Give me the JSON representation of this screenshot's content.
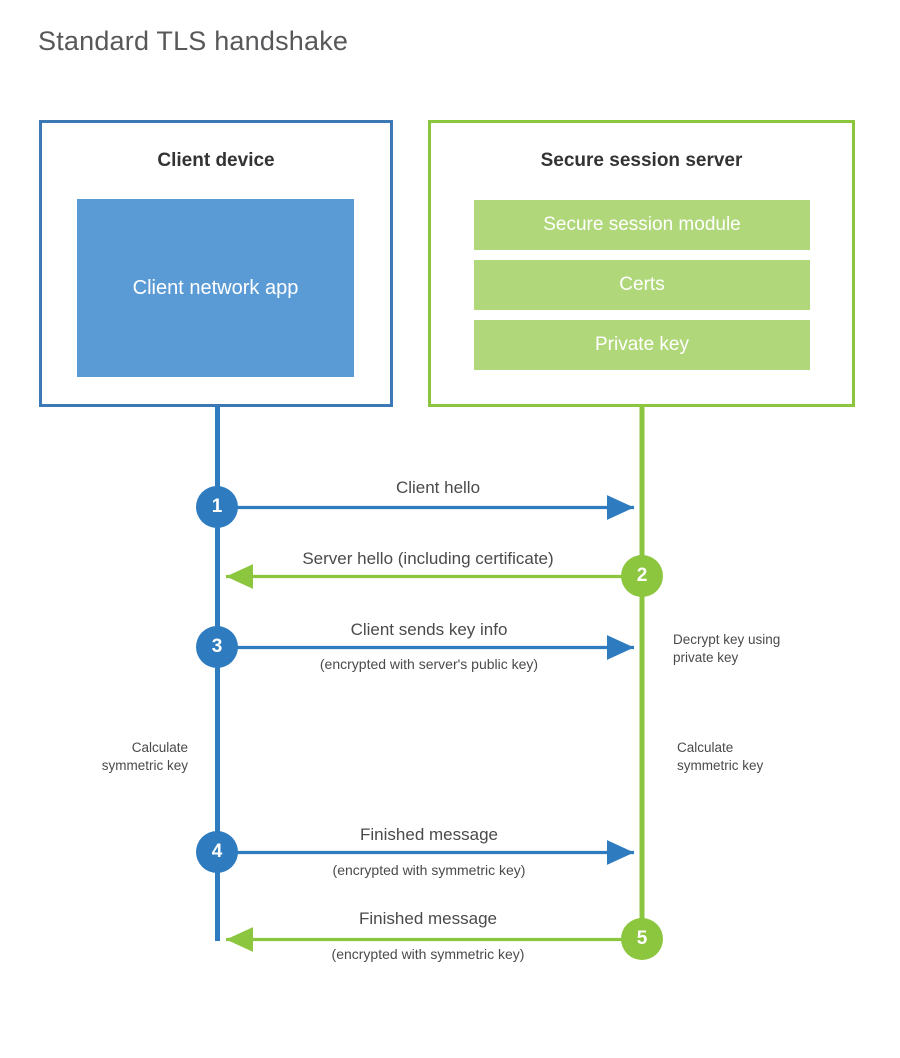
{
  "title": "Standard TLS handshake",
  "colors": {
    "client_border": "#3b78b5",
    "client_fill": "#5b9bd5",
    "client_line": "#2e7cbf",
    "server_border": "#8cc63e",
    "server_fill": "#b0d77a",
    "server_line": "#8cc63e",
    "title_text": "#58585a",
    "body_text": "#4a4a4a",
    "background": "#ffffff"
  },
  "client": {
    "title": "Client device",
    "app_label": "Client network app"
  },
  "server": {
    "title": "Secure session server",
    "components": [
      {
        "label": "Secure session module"
      },
      {
        "label": "Certs"
      },
      {
        "label": "Private key"
      }
    ]
  },
  "steps": [
    {
      "number": "1",
      "label": "Client hello",
      "sublabel": "",
      "direction": "client-to-server",
      "color": "blue"
    },
    {
      "number": "2",
      "label": "Server hello (including certificate)",
      "sublabel": "",
      "direction": "server-to-client",
      "color": "green"
    },
    {
      "number": "3",
      "label": "Client sends key info",
      "sublabel": "(encrypted with server's public key)",
      "direction": "client-to-server",
      "color": "blue"
    },
    {
      "number": "4",
      "label": "Finished message",
      "sublabel": "(encrypted with symmetric key)",
      "direction": "client-to-server",
      "color": "blue"
    },
    {
      "number": "5",
      "label": "Finished message",
      "sublabel": "(encrypted with symmetric key)",
      "direction": "server-to-client",
      "color": "green"
    }
  ],
  "notes": {
    "server_decrypt": "Decrypt key using\nprivate key",
    "server_decrypt_line1": "Decrypt key using",
    "server_decrypt_line2": "private key",
    "client_calculate_line1": "Calculate",
    "client_calculate_line2": "symmetric key",
    "server_calculate_line1": "Calculate",
    "server_calculate_line2": "symmetric key"
  }
}
